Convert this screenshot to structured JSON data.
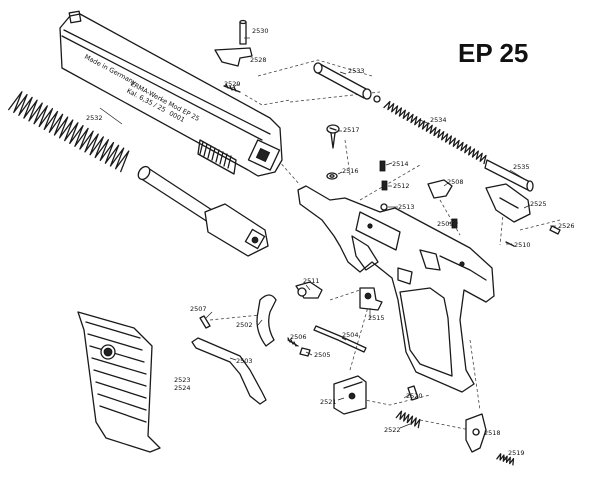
{
  "diagram": {
    "title": "EP 25",
    "slide_inscriptions": {
      "line1": "ERMA-Werke Mod EP 25",
      "line2": "Kal. 6,35 / 25",
      "serial": "0001",
      "origin": "Made in Germany"
    },
    "part_numbers": {
      "p2530": "2530",
      "p2528": "2528",
      "p2529": "2529",
      "p2533": "2533",
      "p2532": "2532",
      "p2534": "2534",
      "p2517": "2517",
      "p2514": "2514",
      "p2516": "2516",
      "p2512": "2512",
      "p2513": "2513",
      "p2508": "2508",
      "p2509": "2509",
      "p2535": "2535",
      "p2525": "2525",
      "p2526": "2526",
      "p2510": "2510",
      "p2511": "2511",
      "p2515": "2515",
      "p2507": "2507",
      "p2502": "2502",
      "p2506": "2506",
      "p2505": "2505",
      "p2504": "2504",
      "p2503": "2503",
      "p2523": "2523",
      "p2524": "2524",
      "p2521": "2521",
      "p2520": "2520",
      "p2522": "2522",
      "p2518": "2518",
      "p2519": "2519"
    }
  }
}
